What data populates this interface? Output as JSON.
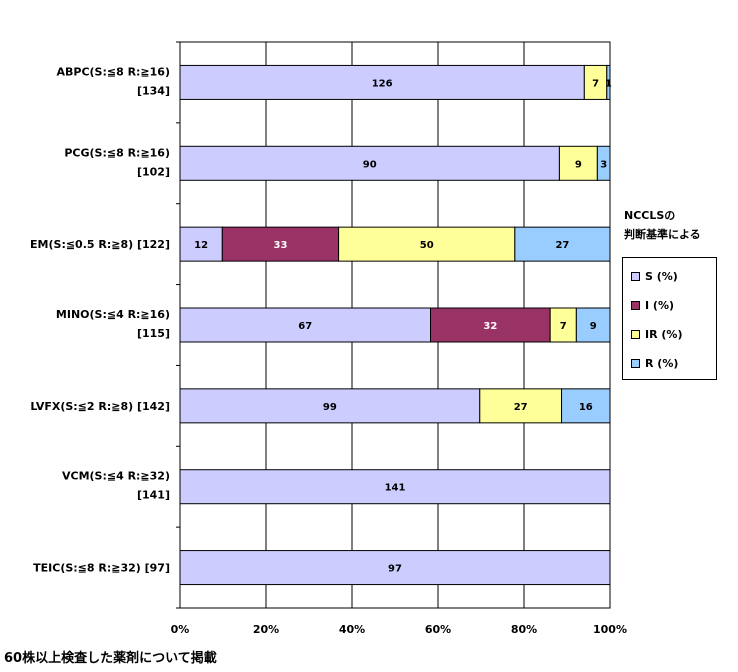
{
  "chart_data": {
    "type": "bar",
    "orientation": "horizontal",
    "stacked": "percent",
    "categories": [
      [
        "ABPC(S:≦8 R:≧16)",
        "[134]"
      ],
      [
        "PCG(S:≦8 R:≧16)",
        "[102]"
      ],
      [
        "EM(S:≦0.5 R:≧8) [122]"
      ],
      [
        "MINO(S:≦4 R:≧16)",
        "[115]"
      ],
      [
        "LVFX(S:≦2 R:≧8) [142]"
      ],
      [
        "VCM(S:≦4 R:≧32)",
        "[141]"
      ],
      [
        "TEIC(S:≦8 R:≧32) [97]"
      ]
    ],
    "totals": [
      134,
      102,
      122,
      115,
      142,
      141,
      97
    ],
    "series": [
      {
        "name": "S (%)",
        "color": "#ccccff",
        "values": [
          126,
          90,
          12,
          67,
          99,
          141,
          97
        ]
      },
      {
        "name": "I (%)",
        "color": "#993366",
        "values": [
          0,
          0,
          33,
          32,
          0,
          0,
          0
        ]
      },
      {
        "name": "IR (%)",
        "color": "#ffff99",
        "values": [
          7,
          9,
          50,
          7,
          27,
          0,
          0
        ]
      },
      {
        "name": "R (%)",
        "color": "#99ccff",
        "values": [
          1,
          3,
          27,
          9,
          16,
          0,
          0
        ]
      }
    ],
    "x_ticks": [
      "0%",
      "20%",
      "40%",
      "60%",
      "80%",
      "100%"
    ],
    "xlim": [
      0,
      100
    ],
    "grid": true,
    "legend_position": "right",
    "legend_title": [
      "NCCLSの",
      "判断基準による"
    ]
  },
  "footnote": "60株以上検査した薬剤について掲載"
}
